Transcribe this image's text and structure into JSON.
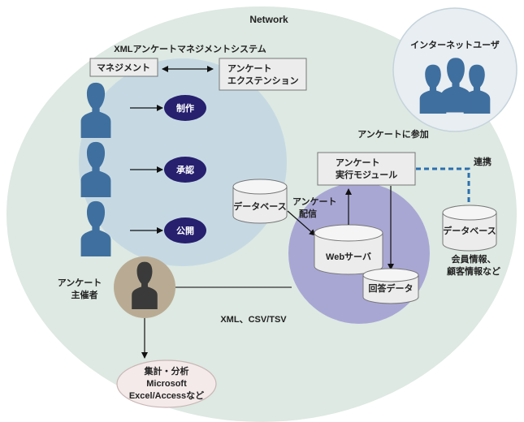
{
  "network_label": "Network",
  "system_title": "XMLアンケートマネジメントシステム",
  "management_box": "マネジメント",
  "extension_box": [
    "アンケート",
    "エクステンション"
  ],
  "actions": [
    "制作",
    "承認",
    "公開"
  ],
  "internet_users": "インターネットユーザ",
  "participate": "アンケートに参加",
  "exec_module": [
    "アンケート",
    "実行モジュール"
  ],
  "link_label": "連携",
  "db_main": "データベース",
  "delivery": [
    "アンケート",
    "配信"
  ],
  "web_server": "Webサーバ",
  "answer_data": "回答データ",
  "db_external": "データベース",
  "member_info": [
    "会員情報、",
    "顧客情報など"
  ],
  "organizer": [
    "アンケート",
    "主催者"
  ],
  "export_format": "XML、CSV/TSV",
  "analysis": [
    "集計・分析",
    "Microsoft",
    "Excel/Accessなど"
  ],
  "colors": {
    "network_bg": "#dde9e2",
    "system_bg": "#c6d9e3",
    "server_zone": "#a8a7d4",
    "person": "#3f6f9f",
    "action_oval": "#26206e",
    "organizer_person": "#3a3a3a",
    "organizer_bg": "#b9ab93",
    "link_dash": "#2a6fb0"
  }
}
